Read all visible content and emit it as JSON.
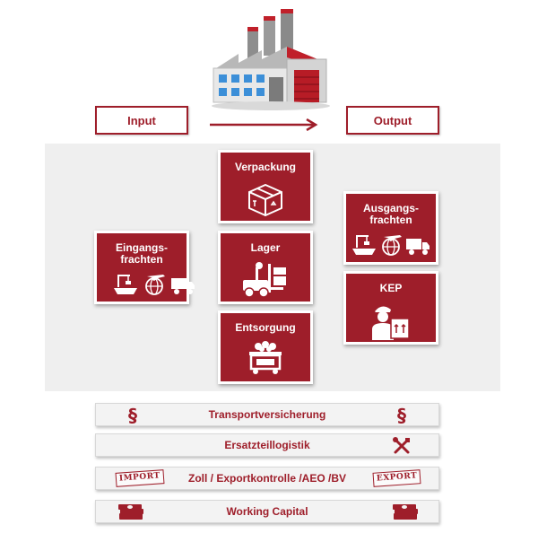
{
  "colors": {
    "accent": "#9e1e2a",
    "panel": "#efefef",
    "bar": "#f3f3f3"
  },
  "io": {
    "input": "Input",
    "output": "Output"
  },
  "tiles": {
    "verpackung": {
      "title": "Verpackung",
      "icon": "package-box-icon"
    },
    "lager": {
      "title": "Lager",
      "icon": "forklift-icon"
    },
    "entsorgung": {
      "title": "Entsorgung",
      "icon": "waste-container-icon"
    },
    "eingang": {
      "title": "Eingangs-\nfrachten",
      "icons": [
        "ship-crane-icon",
        "globe-plane-icon",
        "truck-icon"
      ]
    },
    "ausgang": {
      "title": "Ausgangs-\nfrachten",
      "icons": [
        "ship-crane-icon",
        "globe-plane-icon",
        "truck-icon"
      ]
    },
    "kep": {
      "title": "KEP",
      "icon": "courier-parcel-icon"
    }
  },
  "bars": [
    {
      "label": "Transportversicherung",
      "icon": "paragraph-icon"
    },
    {
      "label": "Ersatzteillogistik",
      "icon": "tools-icon"
    },
    {
      "label": "Zoll / Exportkontrolle /AEO /BV",
      "stamp_left": "IMPORT",
      "stamp_right": "EXPORT"
    },
    {
      "label": "Working Capital",
      "icon": "money-stack-icon"
    }
  ]
}
